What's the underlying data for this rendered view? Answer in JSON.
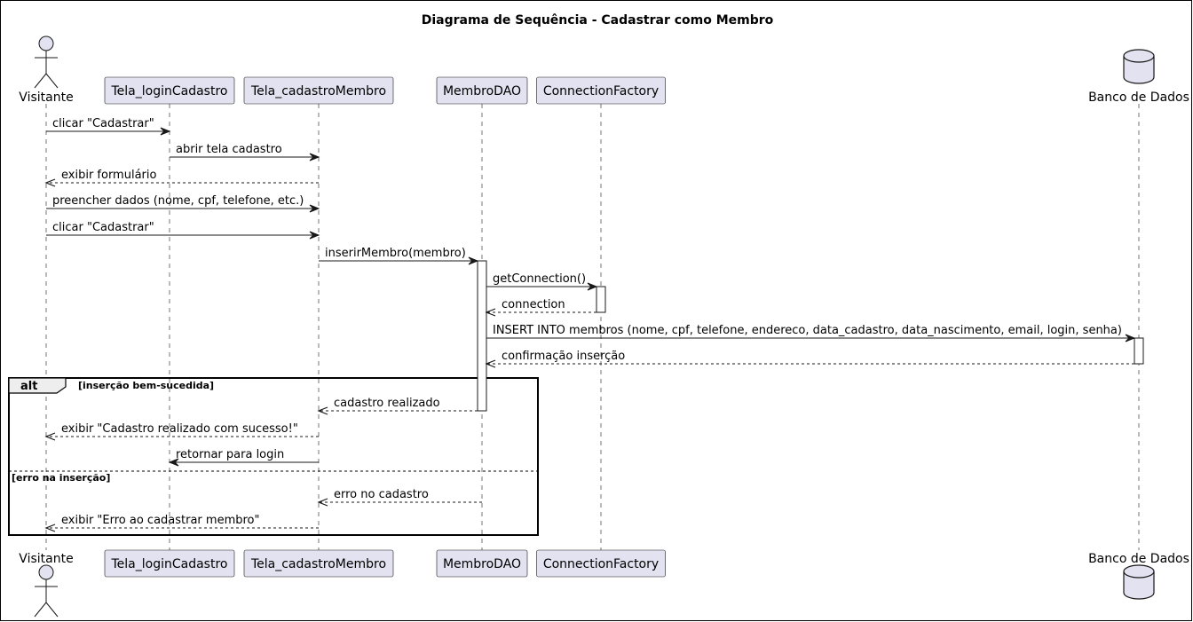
{
  "diagram": {
    "title": "Diagrama de Sequência - Cadastrar como Membro",
    "participants": [
      {
        "id": "visitante",
        "label": "Visitante",
        "kind": "actor"
      },
      {
        "id": "login",
        "label": "Tela_loginCadastro",
        "kind": "participant"
      },
      {
        "id": "cadastro",
        "label": "Tela_cadastroMembro",
        "kind": "participant"
      },
      {
        "id": "dao",
        "label": "MembroDAO",
        "kind": "participant"
      },
      {
        "id": "factory",
        "label": "ConnectionFactory",
        "kind": "participant"
      },
      {
        "id": "db",
        "label": "Banco de Dados",
        "kind": "database"
      }
    ],
    "messages": [
      {
        "from": "visitante",
        "to": "login",
        "label": "clicar \"Cadastrar\"",
        "kind": "sync"
      },
      {
        "from": "login",
        "to": "cadastro",
        "label": "abrir tela cadastro",
        "kind": "sync"
      },
      {
        "from": "cadastro",
        "to": "visitante",
        "label": "exibir formulário",
        "kind": "reply"
      },
      {
        "from": "visitante",
        "to": "cadastro",
        "label": "preencher dados (nome, cpf, telefone, etc.)",
        "kind": "sync"
      },
      {
        "from": "visitante",
        "to": "cadastro",
        "label": "clicar \"Cadastrar\"",
        "kind": "sync"
      },
      {
        "from": "cadastro",
        "to": "dao",
        "label": "inserirMembro(membro)",
        "kind": "sync"
      },
      {
        "from": "dao",
        "to": "factory",
        "label": "getConnection()",
        "kind": "sync"
      },
      {
        "from": "factory",
        "to": "dao",
        "label": "connection",
        "kind": "reply"
      },
      {
        "from": "dao",
        "to": "db",
        "label": "INSERT INTO membros (nome, cpf, telefone, endereco, data_cadastro, data_nascimento, email, login, senha)",
        "kind": "sync"
      },
      {
        "from": "db",
        "to": "dao",
        "label": "confirmação inserção",
        "kind": "reply"
      },
      {
        "from": "dao",
        "to": "cadastro",
        "label": "cadastro realizado",
        "kind": "reply"
      },
      {
        "from": "cadastro",
        "to": "visitante",
        "label": "exibir \"Cadastro realizado com sucesso!\"",
        "kind": "reply"
      },
      {
        "from": "cadastro",
        "to": "login",
        "label": "retornar para login",
        "kind": "sync"
      },
      {
        "from": "dao",
        "to": "cadastro",
        "label": "erro no cadastro",
        "kind": "reply"
      },
      {
        "from": "cadastro",
        "to": "visitante",
        "label": "exibir \"Erro ao cadastrar membro\"",
        "kind": "reply"
      }
    ],
    "fragment": {
      "operator": "alt",
      "guard": "[inserção bem-sucedida]",
      "else_guard": "[erro na inserção]"
    }
  }
}
